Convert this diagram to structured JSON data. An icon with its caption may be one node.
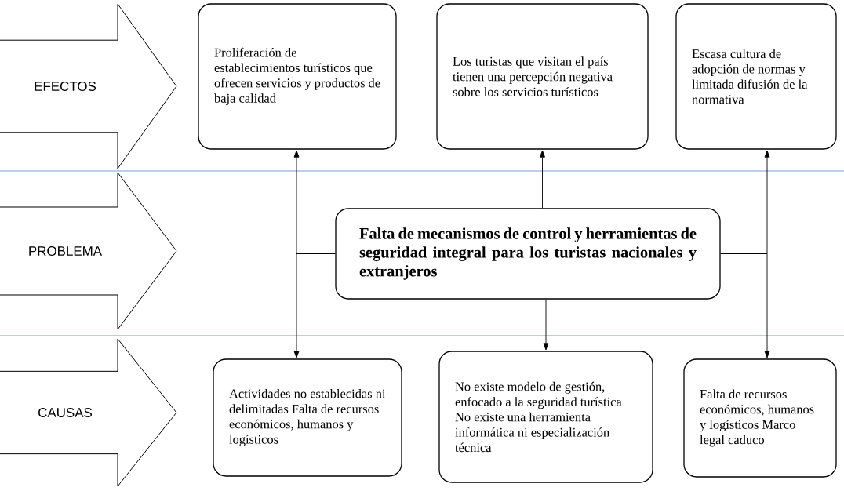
{
  "diagram": {
    "nodes": [
      {
        "text": [
          "EFECTOS"
        ]
      },
      {
        "text": [
          "Proliferación de establecimientos turísticos que ofrecen servicios y productos de baja calidad"
        ]
      },
      {
        "text": [
          "Los turistas que visitan el país tienen una percepción negativa sobre los servicios turísticos"
        ]
      },
      {
        "text": [
          "Escasa cultura de adopción de normas y limitada difusión de la normativa"
        ]
      },
      {
        "text": [
          "PROBLEMA"
        ]
      },
      {
        "text": [
          "Falta de mecanismos de control y herramientas de seguridad integral para los turistas nacionales y extranjeros"
        ]
      },
      {
        "text": [
          "CAUSAS"
        ]
      },
      {
        "text": [
          "Actividades no establecidas ni delimitadas Falta de recursos económicos, humanos y logísticos"
        ]
      },
      {
        "text": [
          "No existe modelo de gestión, enfocado a la seguridad turística No existe una herramienta informática ni especialización técnica"
        ]
      },
      {
        "text": [
          "Falta de recursos económicos, humanos y logísticos Marco legal caduco"
        ]
      }
    ],
    "edges": [
      {
        "from": 5,
        "to": 1,
        "arrow": "to"
      },
      {
        "from": 5,
        "to": 2,
        "arrow": "to"
      },
      {
        "from": 5,
        "to": 3,
        "arrow": "to"
      },
      {
        "from": 5,
        "to": 7,
        "arrow": "to"
      },
      {
        "from": 5,
        "to": 8,
        "arrow": "to"
      },
      {
        "from": 5,
        "to": 9,
        "arrow": "to"
      }
    ]
  }
}
